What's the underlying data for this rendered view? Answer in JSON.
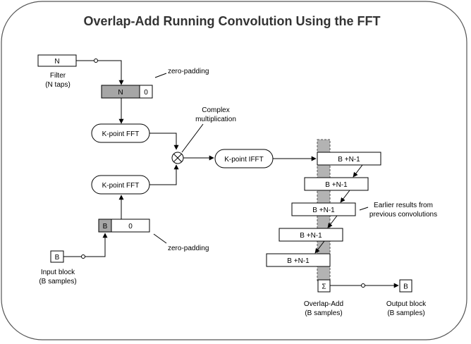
{
  "title": "Overlap-Add Running Convolution Using the FFT",
  "filter": {
    "box_label": "N",
    "caption_line1": "Filter",
    "caption_line2": "(N taps)"
  },
  "padded_filter": {
    "data_label": "N",
    "zero_label": "0",
    "caption": "zero-padding"
  },
  "fft_filter_label": "K-point FFT",
  "fft_input_label": "K-point FFT",
  "multiply": {
    "caption_line1": "Complex",
    "caption_line2": "multiplication"
  },
  "ifft_label": "K-point IFFT",
  "input": {
    "box_label": "B",
    "caption_line1": "Input block",
    "caption_line2": "(B samples)"
  },
  "padded_input": {
    "data_label": "B",
    "zero_label": "0",
    "caption": "zero-padding"
  },
  "stack_blocks": [
    "B +N-1",
    "B +N-1",
    "B +N-1",
    "B +N-1",
    "B +N-1"
  ],
  "earlier_results": {
    "line1": "Earlier results from",
    "line2": "previous convolutions"
  },
  "sum": {
    "symbol": "Σ",
    "caption_line1": "Overlap-Add",
    "caption_line2": "(B samples)"
  },
  "output": {
    "box_label": "B",
    "caption_line1": "Output block",
    "caption_line2": "(B samples)"
  },
  "colors": {
    "shaded_block": "#a6a6a6",
    "overlap_strip": "#b3b3b3",
    "frame_stroke": "#555555",
    "title_text": "#333333"
  }
}
